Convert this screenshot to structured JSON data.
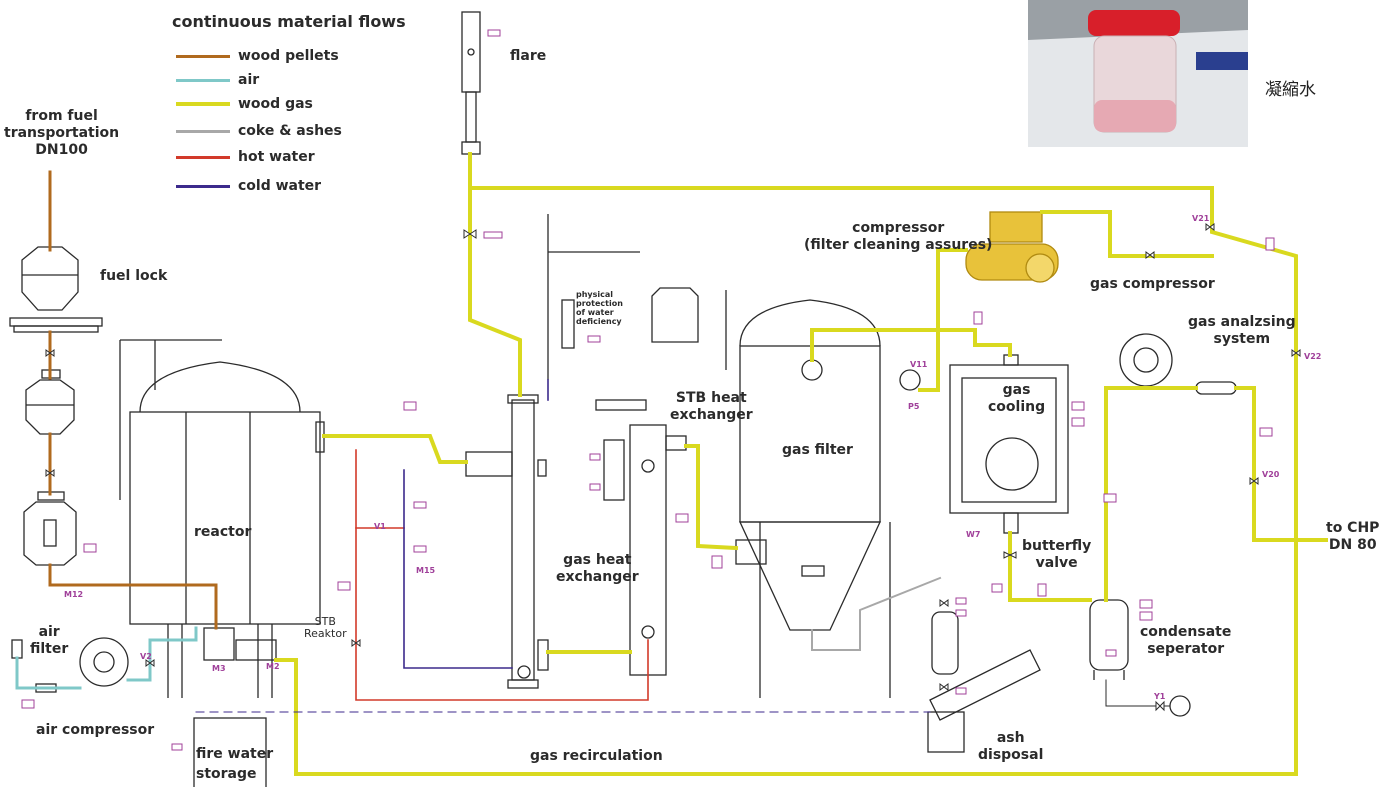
{
  "legend": {
    "title": "continuous material flows",
    "items": [
      {
        "label": "wood pellets",
        "color": "#b06a1e"
      },
      {
        "label": "air",
        "color": "#7fc8c8"
      },
      {
        "label": "wood gas",
        "color": "#d9d91f"
      },
      {
        "label": "coke & ashes",
        "color": "#a8a8a8"
      },
      {
        "label": "hot water",
        "color": "#d23a2a"
      },
      {
        "label": "cold water",
        "color": "#3c2a8c"
      }
    ]
  },
  "labels": {
    "from_fuel": "from fuel\ntransportation\nDN100",
    "fuel_lock": "fuel lock",
    "reactor": "reactor",
    "air_filter": "air\nfilter",
    "air_compressor": "air compressor",
    "stb_reaktor": "STB\nReaktor",
    "fire_water": "fire water\nstorage",
    "gas_recirculation": "gas recirculation",
    "flare": "flare",
    "physical_protection": "physical\nprotection\nof water\ndeficiency",
    "gas_heat_exchanger": "gas heat\nexchanger",
    "stb_heat_exchanger": "STB heat\nexchanger",
    "gas_filter": "gas filter",
    "compressor": "compressor\n(filter cleaning assures)",
    "gas_compressor": "gas compressor",
    "gas_cooling": "gas\ncooling",
    "gas_analysing": "gas analzsing\nsystem",
    "butterfly_valve": "butterfly\nvalve",
    "condensate_separator": "condensate\nseperator",
    "ash_disposal": "ash\ndisposal",
    "to_chp": "to CHP\nDN 80",
    "condensate_cn": "凝縮水"
  },
  "tags": {
    "v1": "V1",
    "v2": "V2",
    "v11": "V11",
    "v20": "V20",
    "v21": "V21",
    "v22": "V22",
    "m2": "M2",
    "m3": "M3",
    "m12": "M12",
    "m15": "M15",
    "p5": "P5",
    "w7": "W7",
    "y1": "Y1"
  }
}
